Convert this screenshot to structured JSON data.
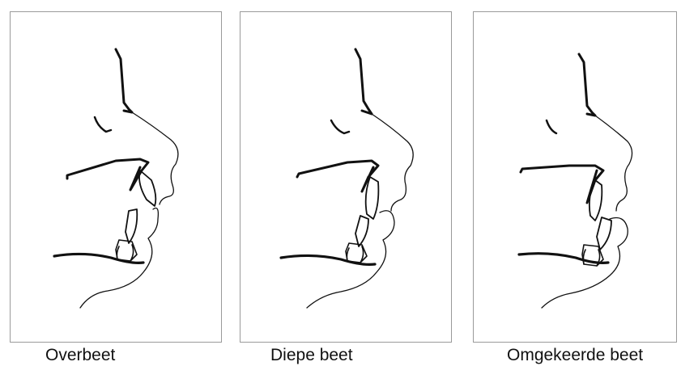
{
  "panels": [
    {
      "caption": "Overbeet"
    },
    {
      "caption": "Diepe beet"
    },
    {
      "caption": "Omgekeerde beet"
    }
  ]
}
